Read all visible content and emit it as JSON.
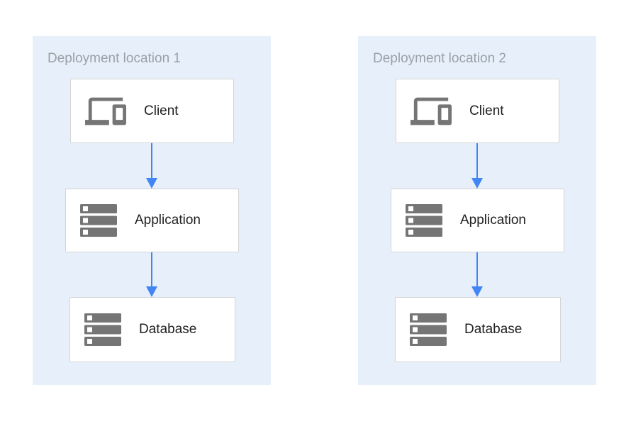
{
  "diagram": {
    "colors": {
      "panel_background": "#E7F0FA",
      "arrow": "#4285F4",
      "icon": "#757575",
      "panel_title": "#9AA0A6",
      "node_label": "#212121",
      "node_border": "#D4D4D4",
      "node_background": "#FFFFFF"
    },
    "panels": [
      {
        "title": "Deployment location 1",
        "nodes": [
          {
            "label": "Client",
            "icon": "devices-icon"
          },
          {
            "label": "Application",
            "icon": "server-stack-icon"
          },
          {
            "label": "Database",
            "icon": "server-stack-icon"
          }
        ],
        "edges": [
          {
            "from": "Client",
            "to": "Application"
          },
          {
            "from": "Application",
            "to": "Database"
          }
        ]
      },
      {
        "title": "Deployment location 2",
        "nodes": [
          {
            "label": "Client",
            "icon": "devices-icon"
          },
          {
            "label": "Application",
            "icon": "server-stack-icon"
          },
          {
            "label": "Database",
            "icon": "server-stack-icon"
          }
        ],
        "edges": [
          {
            "from": "Client",
            "to": "Application"
          },
          {
            "from": "Application",
            "to": "Database"
          }
        ]
      }
    ]
  }
}
